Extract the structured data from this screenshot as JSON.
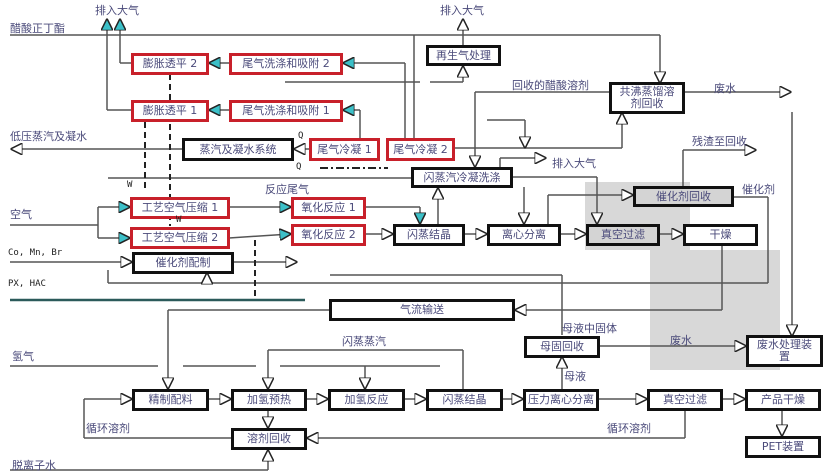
{
  "boxes": {
    "expander2": "膨胀透平 2",
    "scrub2": "尾气洗涤和吸附 2",
    "expander1": "膨胀透平 1",
    "scrub1": "尾气洗涤和吸附 1",
    "steam_sys": "蒸汽及凝水系统",
    "cond1": "尾气冷凝 1",
    "cond2": "尾气冷凝 2",
    "regen": "再生气处理",
    "azeo": "共沸蒸馏溶剂回收",
    "flash_wash": "闪蒸汽冷凝洗涤",
    "cat_recovery": "催化剂回收",
    "comp1": "工艺空气压缩 1",
    "comp2": "工艺空气压缩 2",
    "ox1": "氧化反应 1",
    "ox2": "氧化反应 2",
    "flash_cryst": "闪蒸结晶",
    "centrifuge": "离心分离",
    "vac_filter": "真空过滤",
    "dry": "干燥",
    "cat_prep": "催化剂配制",
    "pneumatic": "气流输送",
    "mother_solid": "母固回收",
    "wastewater_unit": "废水处理装置",
    "refine_mix": "精制配料",
    "h2_preheat": "加氢预热",
    "h2_react": "加氢反应",
    "flash_cryst2": "闪蒸结晶",
    "press_centrifuge": "压力离心分离",
    "vac_filter2": "真空过滤",
    "product_dry": "产品干燥",
    "solvent_rec": "溶剂回收",
    "pet": "PET装置"
  },
  "labels": {
    "vent1": "排入大气",
    "butyl_acetate": "醋酸正丁酯",
    "vent2": "排入大气",
    "recovered_acid": "回收的醋酸溶剂",
    "wastewater1": "废水",
    "lp_steam": "低压蒸汽及凝水",
    "residue": "残渣至回收",
    "vent3": "排入大气",
    "catalyst": "催化剂",
    "offgas": "反应尾气",
    "air": "空气",
    "metals": "Co, Mn, Br",
    "px_hac": "PX, HAC",
    "flash_steam": "闪蒸蒸汽",
    "mother_solids": "母液中固体",
    "wastewater2": "废水",
    "hydrogen": "氢气",
    "mother_liquor": "母液",
    "recycle_solvent1": "循环溶剂",
    "recycle_solvent2": "循环溶剂",
    "deion_water": "脱离子水",
    "w1": "W",
    "w2": "W",
    "q1": "Q",
    "q2": "Q"
  },
  "colors": {
    "red_box": "#c8202a",
    "arrow_teal": "#3cc0c8",
    "shade": "#d8d8d8"
  }
}
